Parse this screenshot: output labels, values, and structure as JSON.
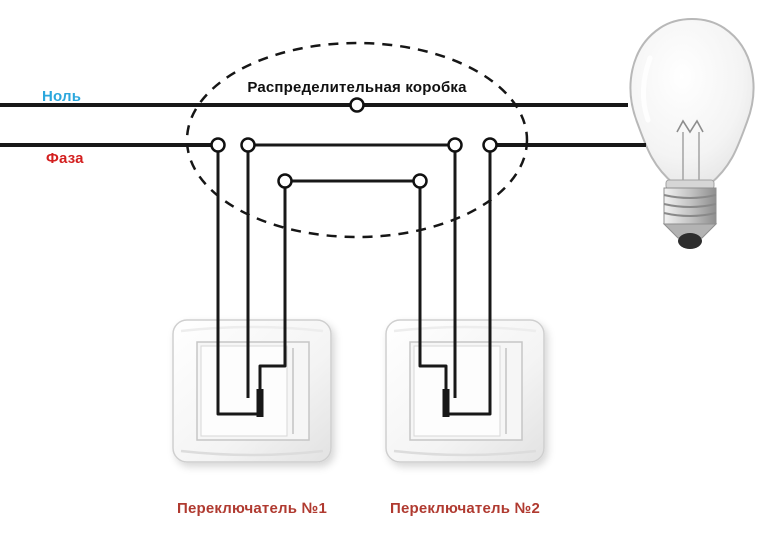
{
  "labels": {
    "neutral": "Ноль",
    "phase": "Фаза",
    "junction_box": "Распределительная коробка",
    "switch1": "Переключатель №1",
    "switch2": "Переключатель №2"
  },
  "colors": {
    "neutral_blue": "#3ab2e3",
    "phase_red": "#d31f1f",
    "wire_black": "#181818",
    "switch_label_red": "#b03a30",
    "terminal_fill": "#ffffff"
  }
}
